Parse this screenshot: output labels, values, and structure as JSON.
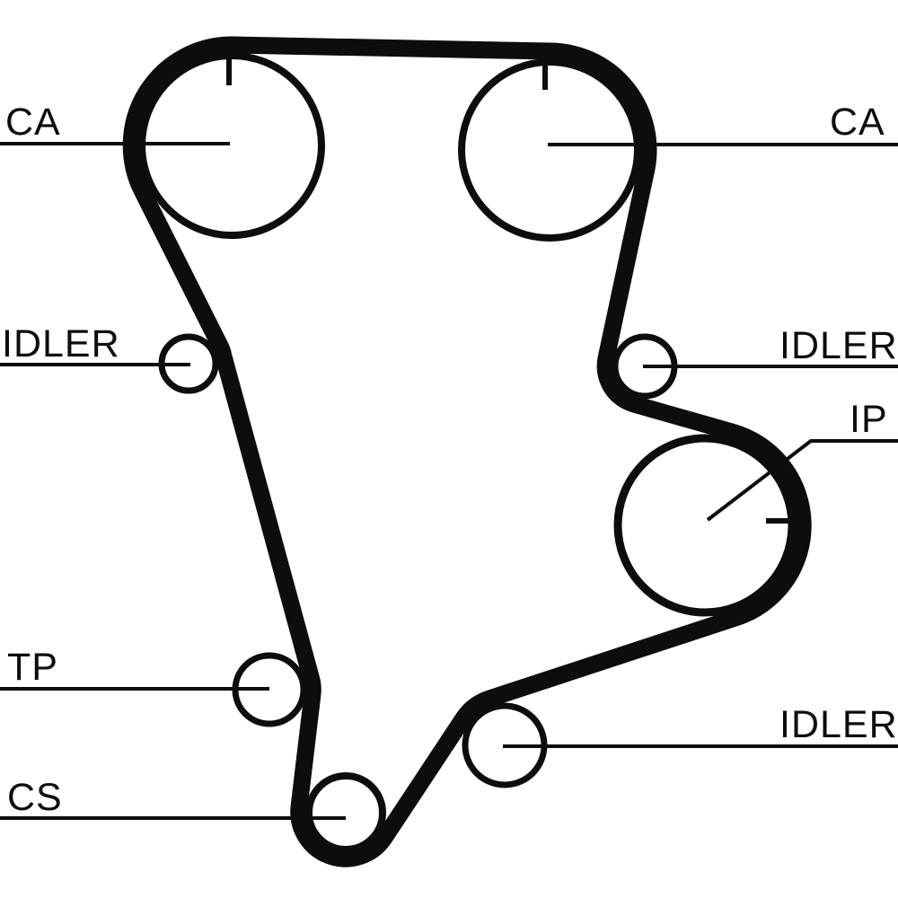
{
  "diagram": {
    "type": "timing-belt-routing-diagram",
    "colors": {
      "ink": "#0d0d0d",
      "background": "#ffffff"
    },
    "components": {
      "ca_left": {
        "label": "CA"
      },
      "ca_right": {
        "label": "CA"
      },
      "idler_left": {
        "label": "IDLER"
      },
      "idler_right": {
        "label": "IDLER"
      },
      "ip": {
        "label": "IP"
      },
      "tp": {
        "label": "TP"
      },
      "idler_bottom": {
        "label": "IDLER"
      },
      "cs": {
        "label": "CS"
      }
    }
  }
}
